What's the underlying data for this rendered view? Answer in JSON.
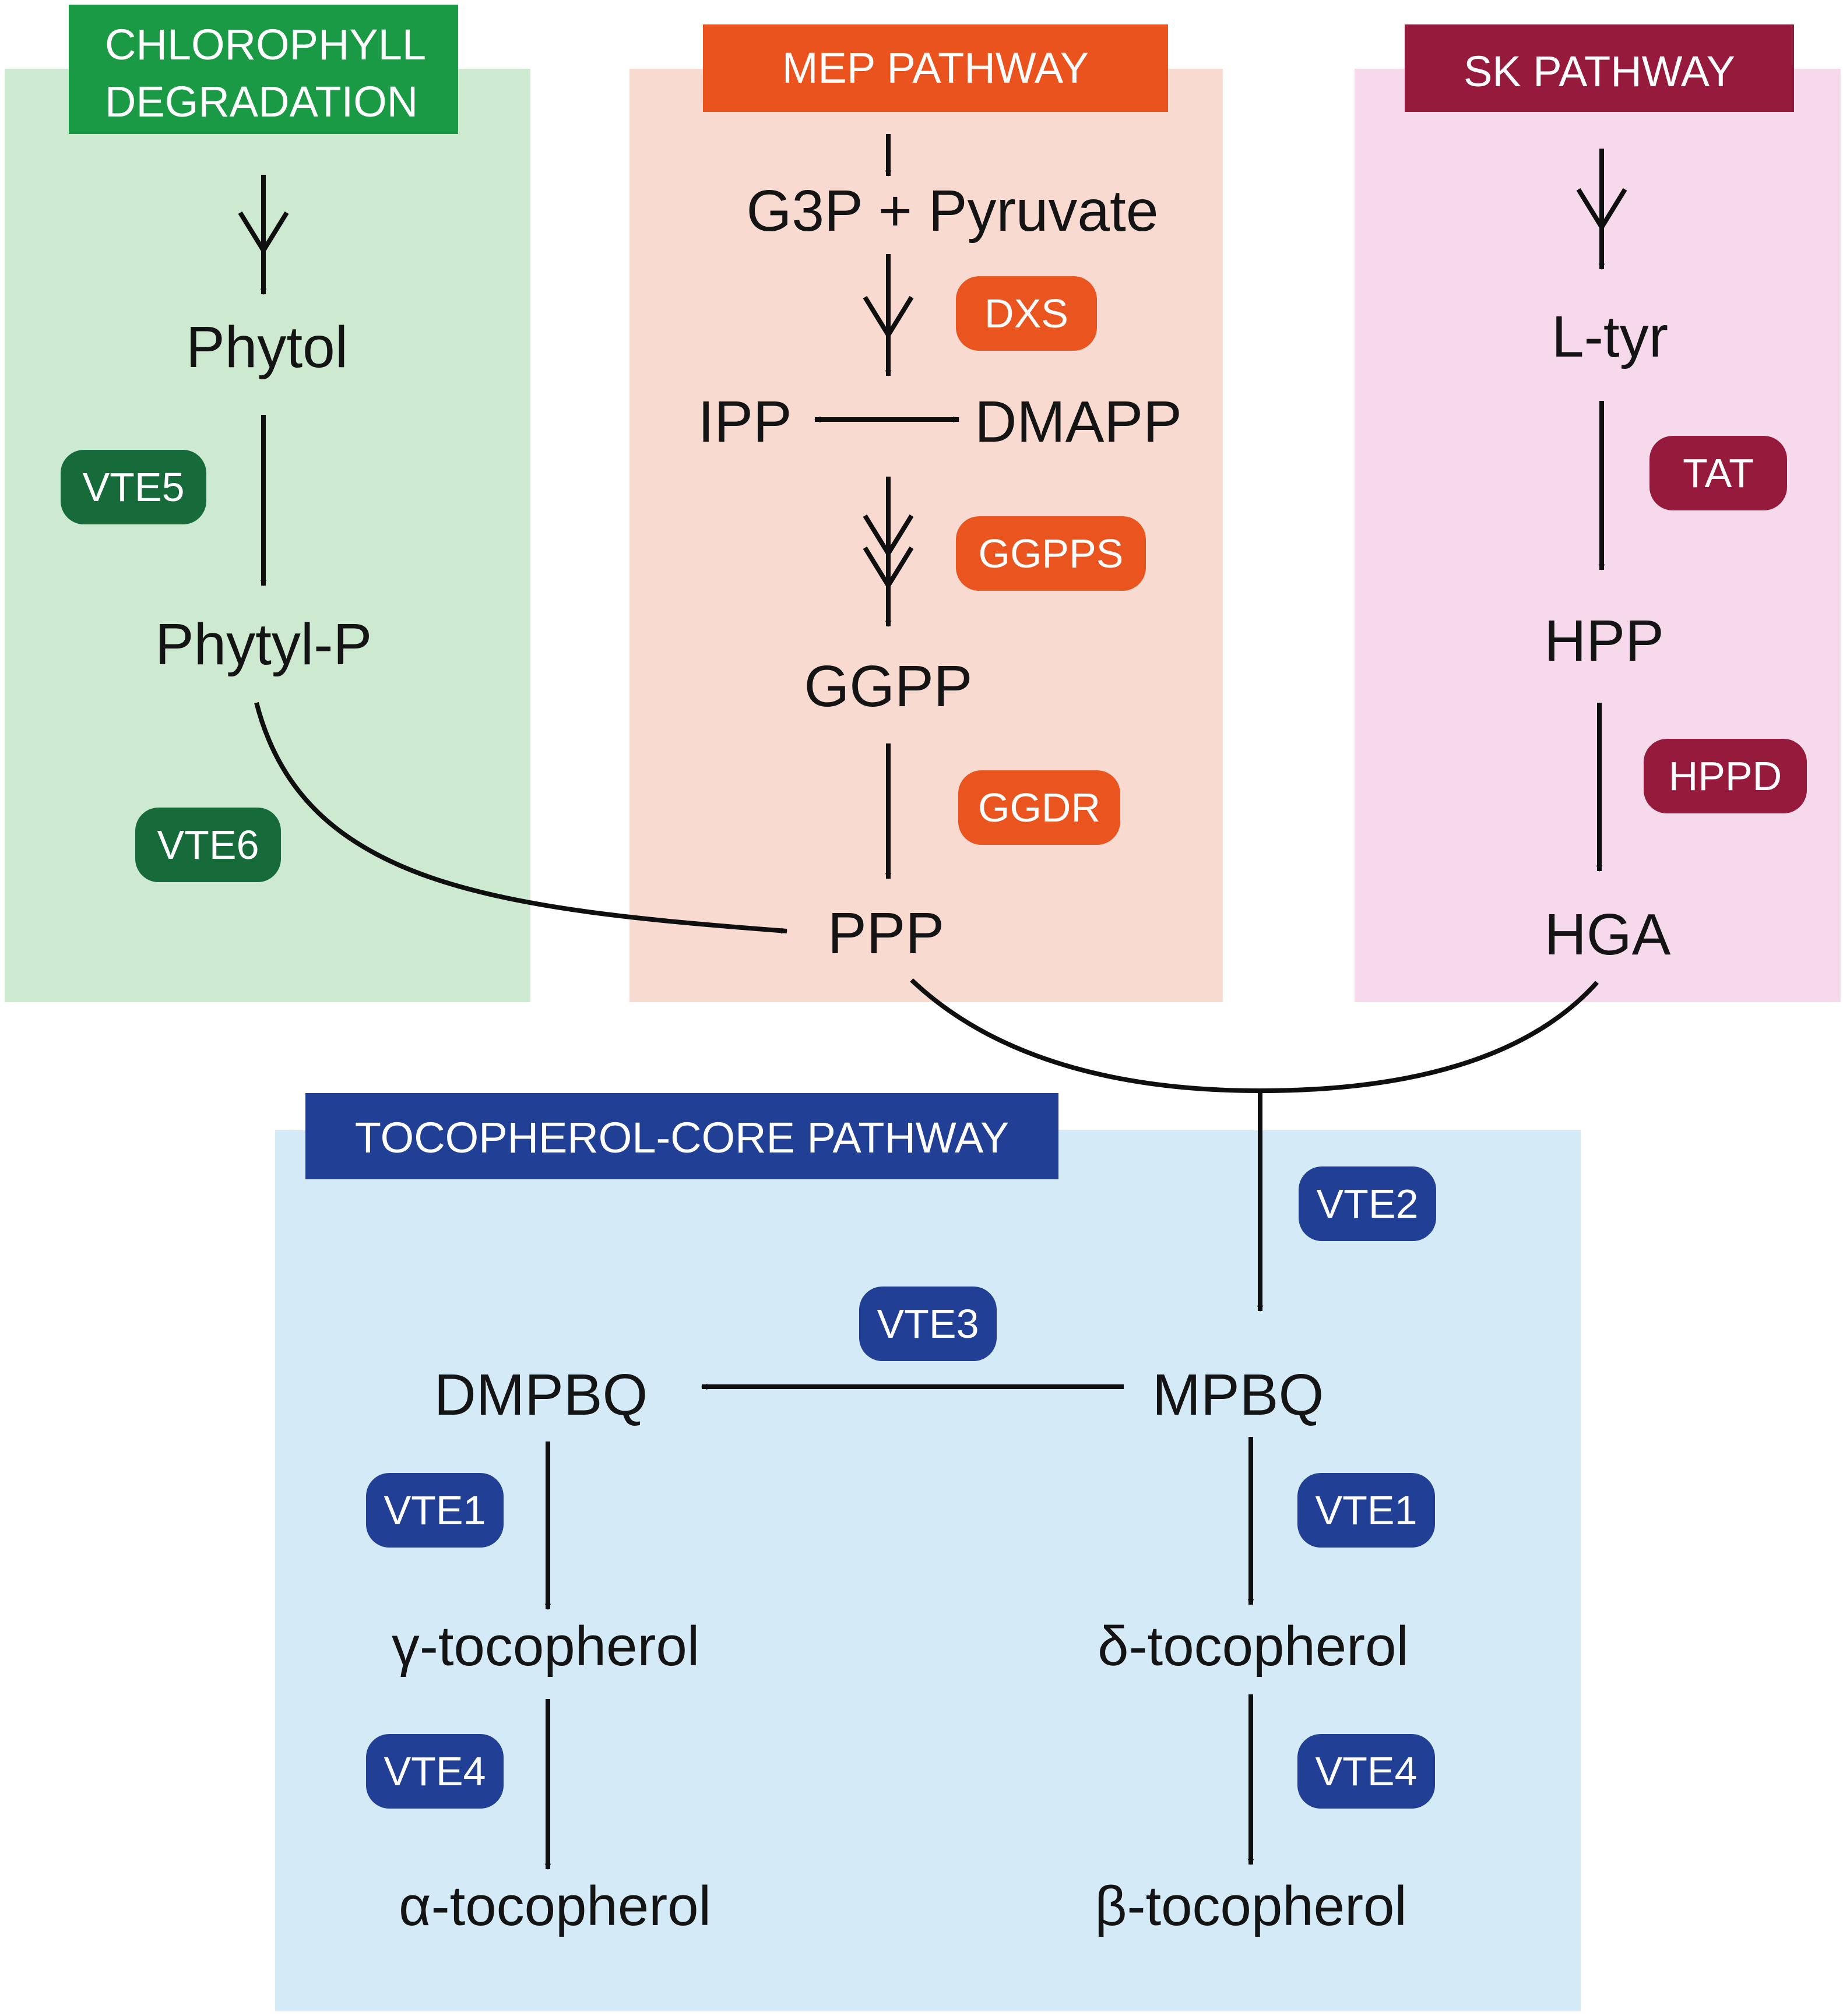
{
  "colors": {
    "chlorophyll_bg": "#cde9cf",
    "chlorophyll_header": "#1b9a45",
    "chlorophyll_enzyme": "#176b3a",
    "mep_bg": "#f8dad0",
    "mep_header": "#ea521e",
    "mep_enzyme": "#ea541f",
    "sk_bg": "#f7d9ec",
    "sk_header": "#951a3b",
    "sk_enzyme": "#951a3b",
    "core_bg": "#d5eaf7",
    "core_header": "#213f94",
    "core_enzyme": "#213f94",
    "text": "#141414",
    "arrow": "#0f0f0f"
  },
  "chlorophyll": {
    "title_line1": "CHLOROPHYLL",
    "title_line2": "DEGRADATION",
    "phytol": "Phytol",
    "phytyl_p": "Phytyl-P",
    "vte5": "VTE5",
    "vte6": "VTE6"
  },
  "mep": {
    "title": "MEP PATHWAY",
    "g3p_pyruvate": "G3P + Pyruvate",
    "ipp": "IPP",
    "dmapp": "DMAPP",
    "ggpp": "GGPP",
    "ppp": "PPP",
    "dxs": "DXS",
    "ggpps": "GGPPS",
    "ggdr": "GGDR"
  },
  "sk": {
    "title": "SK PATHWAY",
    "l_tyr": "L-tyr",
    "hpp": "HPP",
    "hga": "HGA",
    "tat": "TAT",
    "hppd": "HPPD"
  },
  "core": {
    "title": "TOCOPHEROL-CORE PATHWAY",
    "mpbq": "MPBQ",
    "dmpbq": "DMPBQ",
    "gamma": "γ-tocopherol",
    "delta": "δ-tocopherol",
    "alpha": "α-tocopherol",
    "beta": "β-tocopherol",
    "vte2": "VTE2",
    "vte3": "VTE3",
    "vte1_left": "VTE1",
    "vte1_right": "VTE1",
    "vte4_left": "VTE4",
    "vte4_right": "VTE4"
  }
}
